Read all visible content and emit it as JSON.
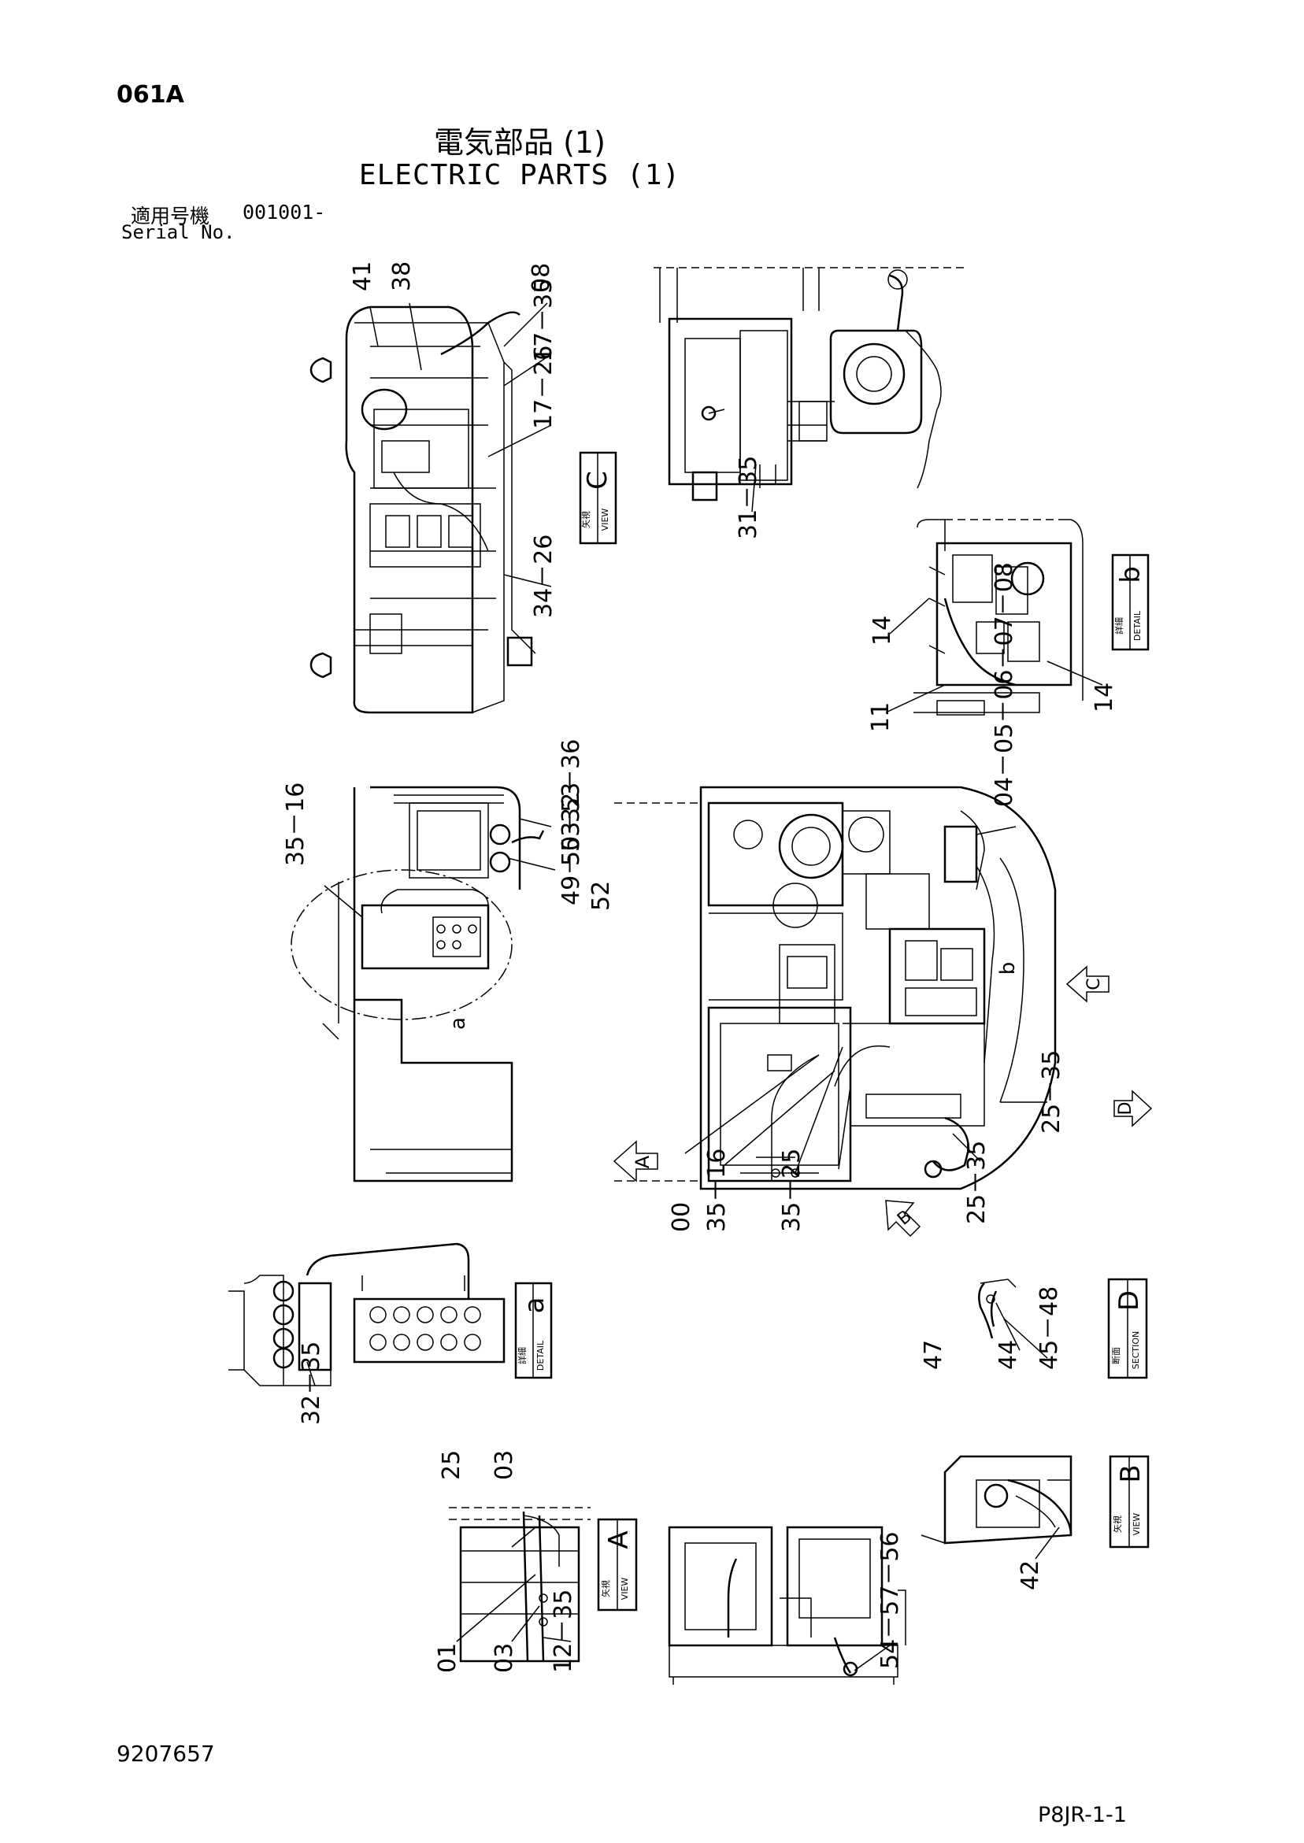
{
  "header": {
    "code": "061A",
    "title_jp": "電気部品 (1)",
    "title_en": "ELECTRIC PARTS (1)",
    "serial_label_jp": "適用号機",
    "serial_label_en": "Serial No.",
    "serial_value": "001001-"
  },
  "footer": {
    "document_number": "9207657",
    "page_code": "P8JR-1-1"
  },
  "views": [
    {
      "id": "view-c",
      "jp": "矢視",
      "en": "VIEW",
      "letter": "C"
    },
    {
      "id": "detail-b",
      "jp": "詳細",
      "en": "DETAIL",
      "letter": "b"
    },
    {
      "id": "detail-a",
      "jp": "詳細",
      "en": "DETAIL",
      "letter": "a"
    },
    {
      "id": "section-d",
      "jp": "断面",
      "en": "SECTION",
      "letter": "D"
    },
    {
      "id": "view-b",
      "jp": "矢視",
      "en": "VIEW",
      "letter": "B"
    },
    {
      "id": "view-a",
      "jp": "矢視",
      "en": "VIEW",
      "letter": "A"
    }
  ],
  "arrows": {
    "a": "A",
    "b": "B",
    "c": "C",
    "d": "D"
  },
  "detail_marks": {
    "a": "a",
    "b": "b"
  },
  "callouts": {
    "c_41": "41",
    "c_38": "38",
    "c_08a": "08",
    "c_17_35": "17－35",
    "c_17_26": "17－26",
    "c_34_26": "34－26",
    "c_31_35": "31－35",
    "c_14a": "14",
    "c_11": "11",
    "c_14b": "14",
    "c_35_16a": "35－16",
    "c_32_36": "32－36",
    "c_50_53": "50－53",
    "c_49_53": "49－53",
    "c_52": "52",
    "c_0408": "04－05－06－07－08",
    "c_25_35a": "25－35",
    "c_00": "00",
    "c_35_16b": "35－16",
    "c_35_25": "35－25",
    "c_25_35b": "25－35",
    "c_32_35": "32－35",
    "c_47": "47",
    "c_44": "44",
    "c_45_48": "45－48",
    "c_25c": "25",
    "c_03a": "03",
    "c_01": "01",
    "c_03b": "03",
    "c_12_35": "12－35",
    "c_54_57_56": "54－57－56",
    "c_42": "42"
  }
}
